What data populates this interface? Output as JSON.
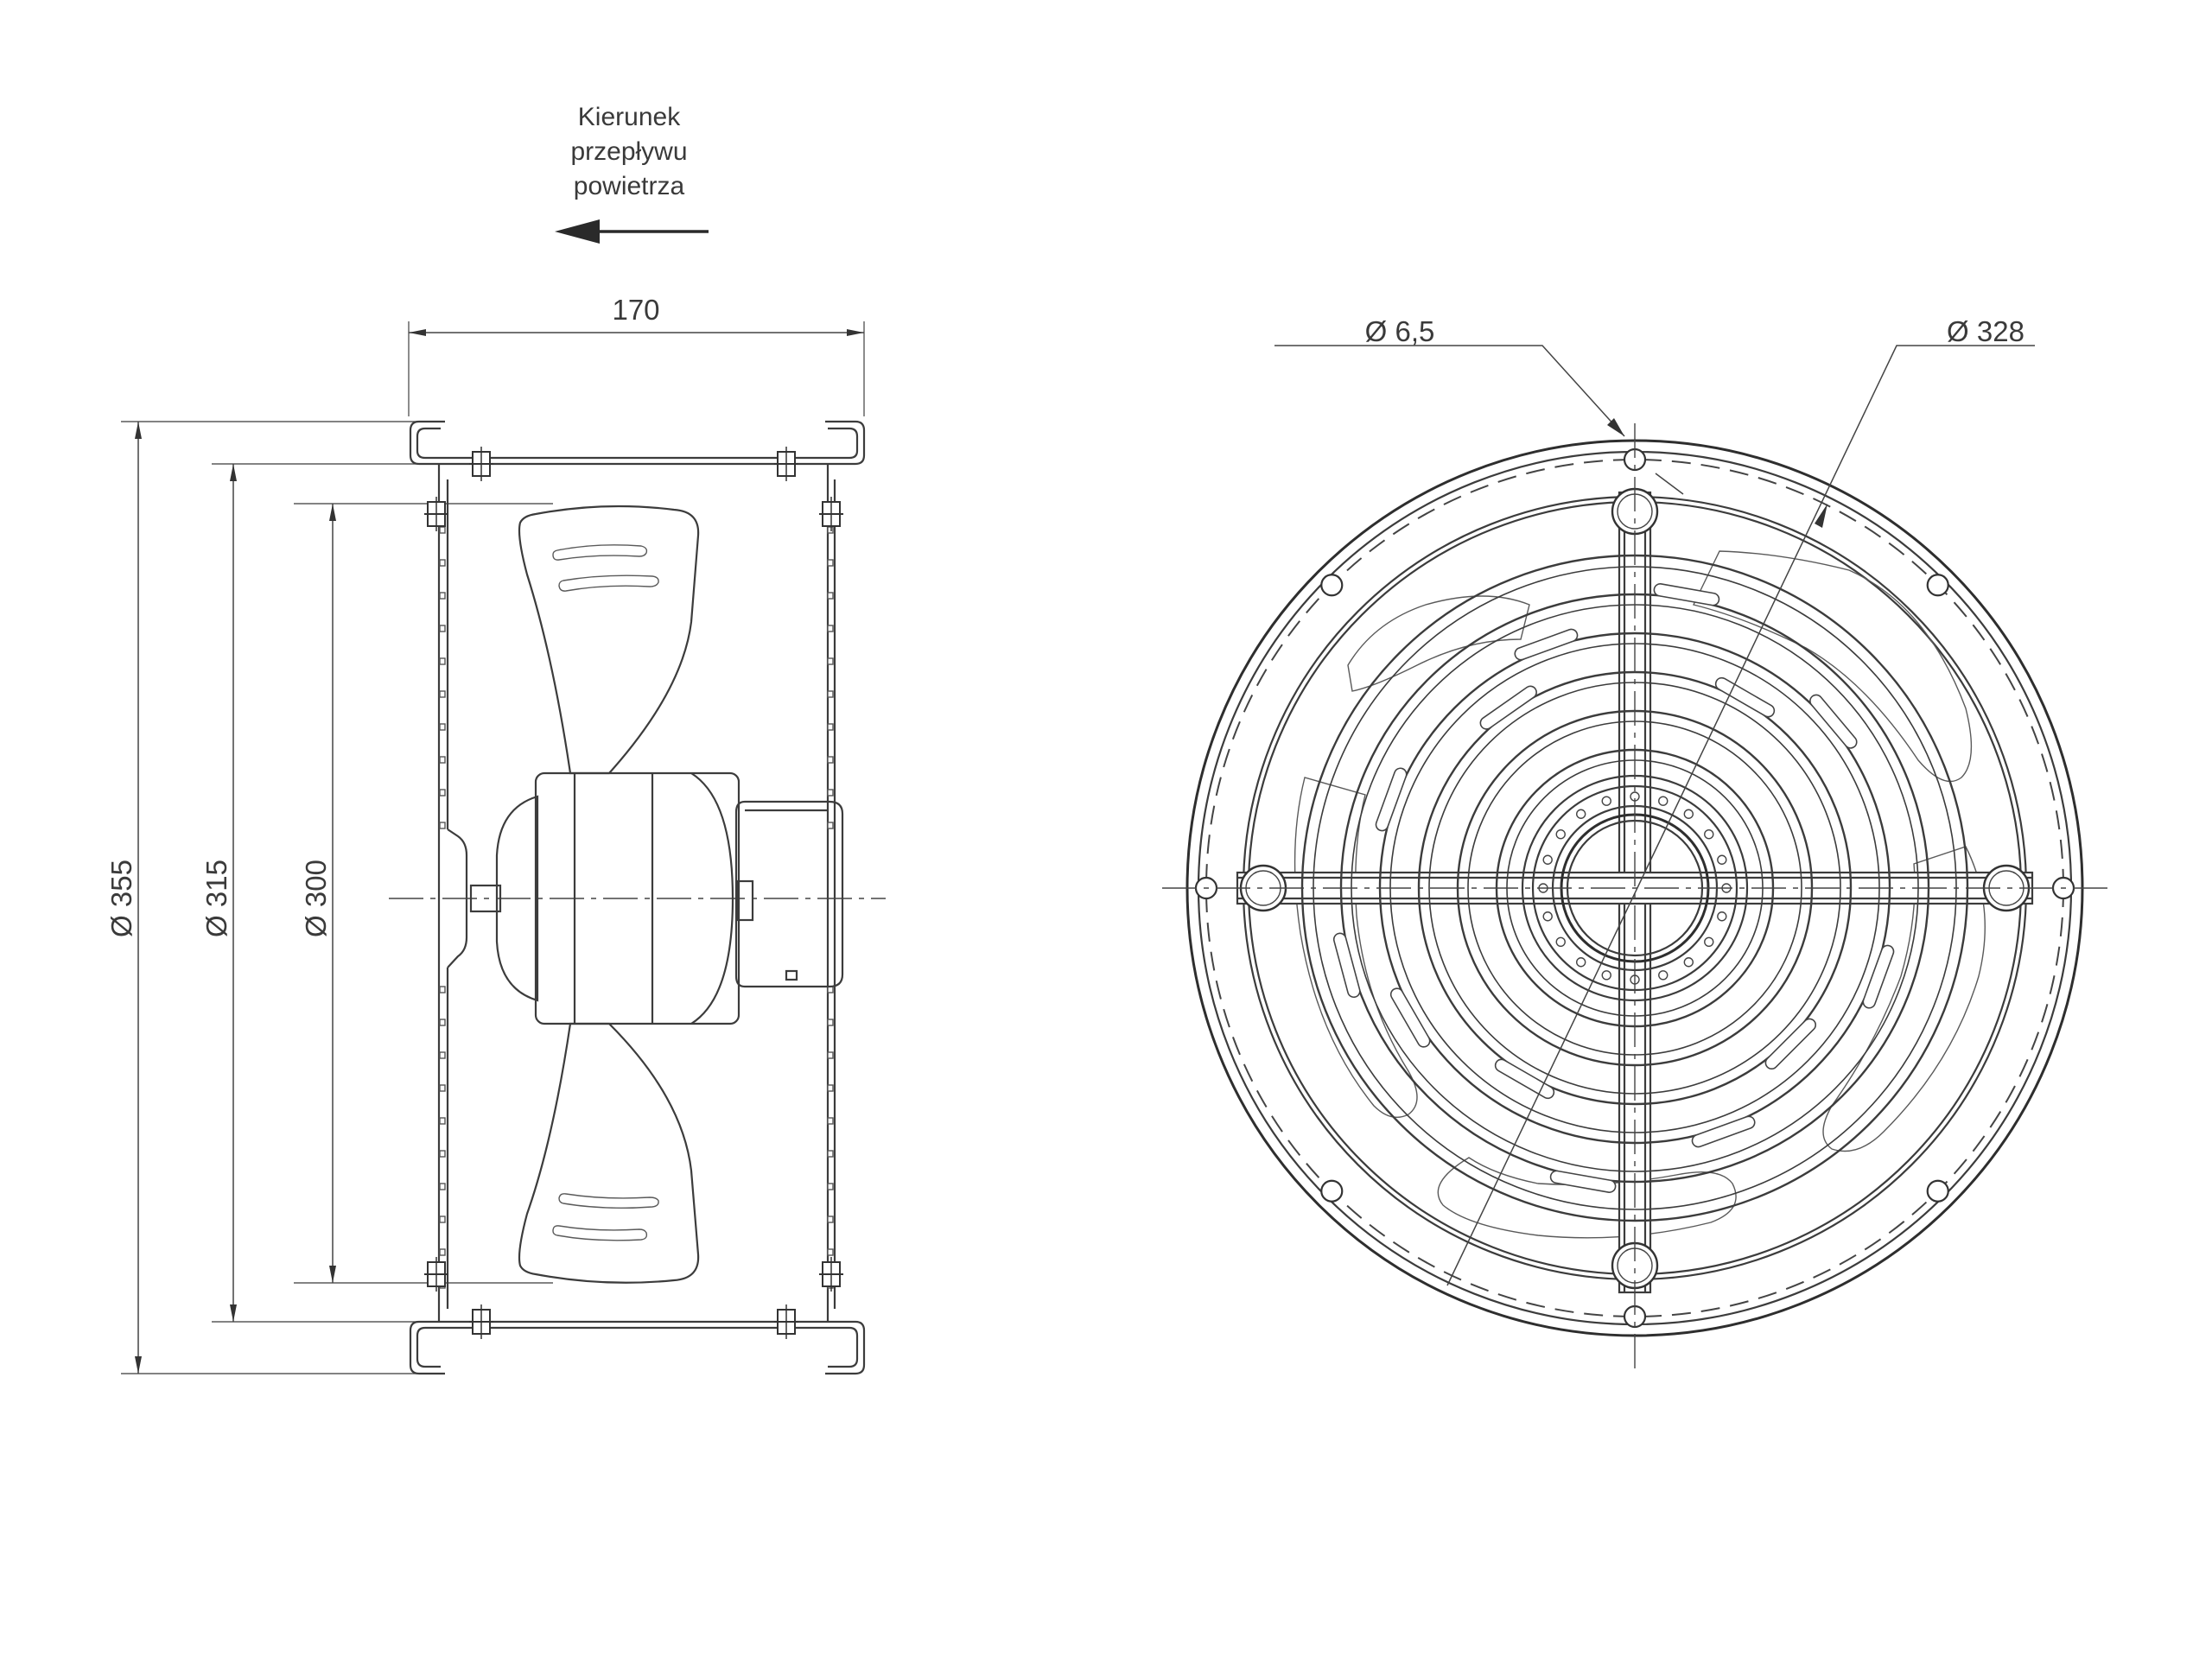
{
  "airflow": {
    "line1": "Kierunek",
    "line2": "przepływu",
    "line3": "powietrza"
  },
  "dimensions": {
    "depth": "170",
    "d355": "Ø 355",
    "d315": "Ø 315",
    "d300": "Ø 300",
    "hole": "Ø 6,5",
    "bolt_circle": "Ø 328"
  }
}
